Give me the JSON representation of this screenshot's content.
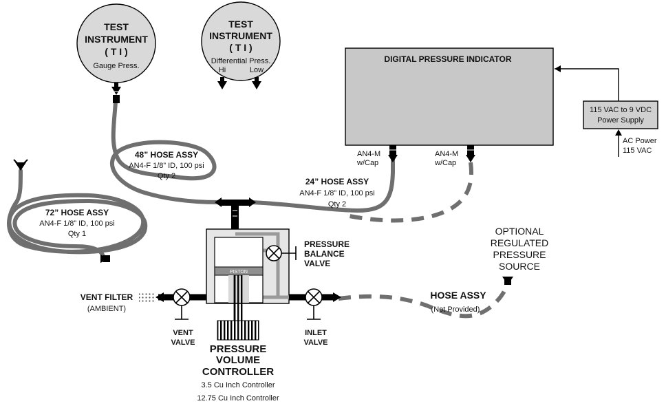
{
  "ti_gauge": {
    "l1": "TEST",
    "l2": "INSTRUMENT",
    "l3": "( T I )",
    "sub": "Gauge Press."
  },
  "ti_diff": {
    "l1": "TEST",
    "l2": "INSTRUMENT",
    "l3": "( T I )",
    "sub": "Differential Press.",
    "hi": "Hi",
    "low": "Low"
  },
  "dpi": {
    "title": "DIGITAL PRESSURE INDICATOR",
    "port_left_1": "AN4-M",
    "port_left_2": "w/Cap",
    "port_right_1": "AN4-M",
    "port_right_2": "w/Cap"
  },
  "power_supply": {
    "l1": "115 VAC to 9 VDC",
    "l2": "Power Supply",
    "ac1": "AC Power",
    "ac2": "115 VAC"
  },
  "hose48": {
    "title": "48” HOSE ASSY",
    "spec": "AN4-F 1/8” ID, 100 psi",
    "qty": "Qty 2"
  },
  "hose72": {
    "title": "72” HOSE ASSY",
    "spec": "AN4-F 1/8” ID, 100 psi",
    "qty": "Qty 1"
  },
  "hose24": {
    "title": "24” HOSE ASSY",
    "spec": "AN4-F 1/8” ID, 100 psi",
    "qty": "Qty 2"
  },
  "pbv": {
    "l1": "PRESSURE",
    "l2": "BALANCE",
    "l3": "VALVE"
  },
  "piston": "PISTON",
  "optional": {
    "l1": "OPTIONAL",
    "l2": "REGULATED",
    "l3": "PRESSURE",
    "l4": "SOURCE"
  },
  "hose_np": {
    "title": "HOSE ASSY",
    "sub": "(Not Provided)"
  },
  "vent_filter": {
    "title": "VENT FILTER",
    "sub": "(AMBIENT)"
  },
  "vent_valve": {
    "l1": "VENT",
    "l2": "VALVE"
  },
  "inlet_valve": {
    "l1": "INLET",
    "l2": "VALVE"
  },
  "pvc": {
    "l1": "PRESSURE",
    "l2": "VOLUME",
    "l3": "CONTROLLER",
    "opt1": "3.5 Cu Inch Controller",
    "opt2": "12.75 Cu Inch Controller"
  }
}
